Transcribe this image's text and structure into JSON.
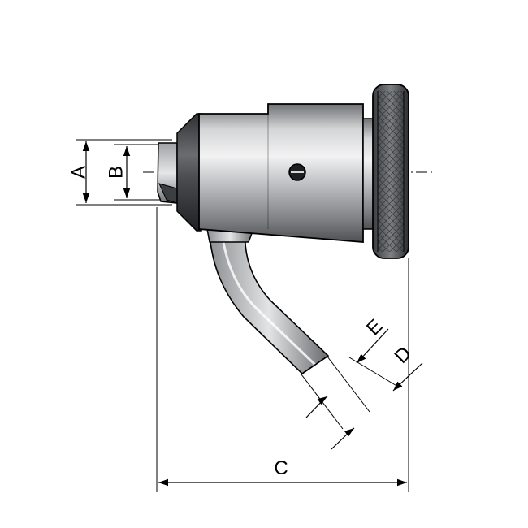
{
  "labels": {
    "A": "A",
    "B": "B",
    "C": "C",
    "D": "D",
    "E": "E"
  },
  "colors": {
    "line": "#000000",
    "body_light": "#d9dadb",
    "body_mid": "#9a9c9f",
    "body_dark": "#4a4c4f",
    "background": "#ffffff"
  }
}
